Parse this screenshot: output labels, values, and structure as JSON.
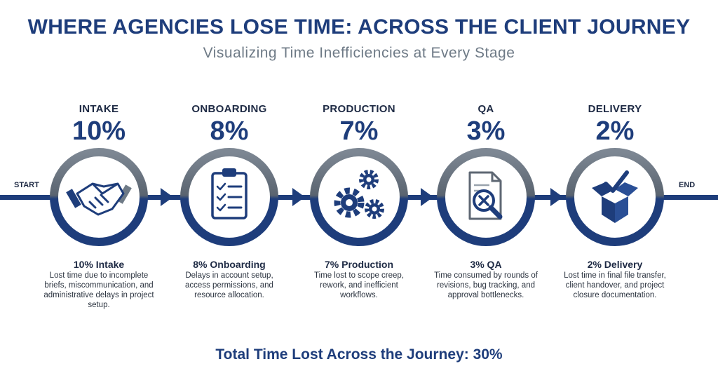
{
  "header": {
    "title": "WHERE AGENCIES LOSE TIME: ACROSS THE CLIENT JOURNEY",
    "subtitle": "Visualizing Time Inefficiencies at Every Stage"
  },
  "flow": {
    "start_label": "START",
    "end_label": "END",
    "stages": [
      {
        "name": "INTAKE",
        "percent": "10%",
        "icon": "handshake-icon",
        "desc_title": "10% Intake",
        "desc": "Lost time due to incomplete briefs, miscommunication, and administrative delays in project setup."
      },
      {
        "name": "ONBOARDING",
        "percent": "8%",
        "icon": "clipboard-checklist-icon",
        "desc_title": "8% Onboarding",
        "desc": "Delays in account setup, access permissions, and resource allocation."
      },
      {
        "name": "PRODUCTION",
        "percent": "7%",
        "icon": "gears-icon",
        "desc_title": "7% Production",
        "desc": "Time lost to scope creep, rework, and inefficient workflows."
      },
      {
        "name": "QA",
        "percent": "3%",
        "icon": "document-magnifier-icon",
        "desc_title": "3% QA",
        "desc": "Time consumed by rounds of revisions, bug tracking, and approval bottlenecks."
      },
      {
        "name": "DELIVERY",
        "percent": "2%",
        "icon": "box-checkmark-icon",
        "desc_title": "2% Delivery",
        "desc": "Lost time in final file transfer, client handover, and project closure documentation."
      }
    ]
  },
  "footer": {
    "total": "Total Time Lost Across the Journey: 30%"
  },
  "colors": {
    "navy": "#1e3d7b",
    "dark_text": "#1e2a44",
    "ring_gray": "#5e6773",
    "subtitle_gray": "#6e7a86"
  }
}
